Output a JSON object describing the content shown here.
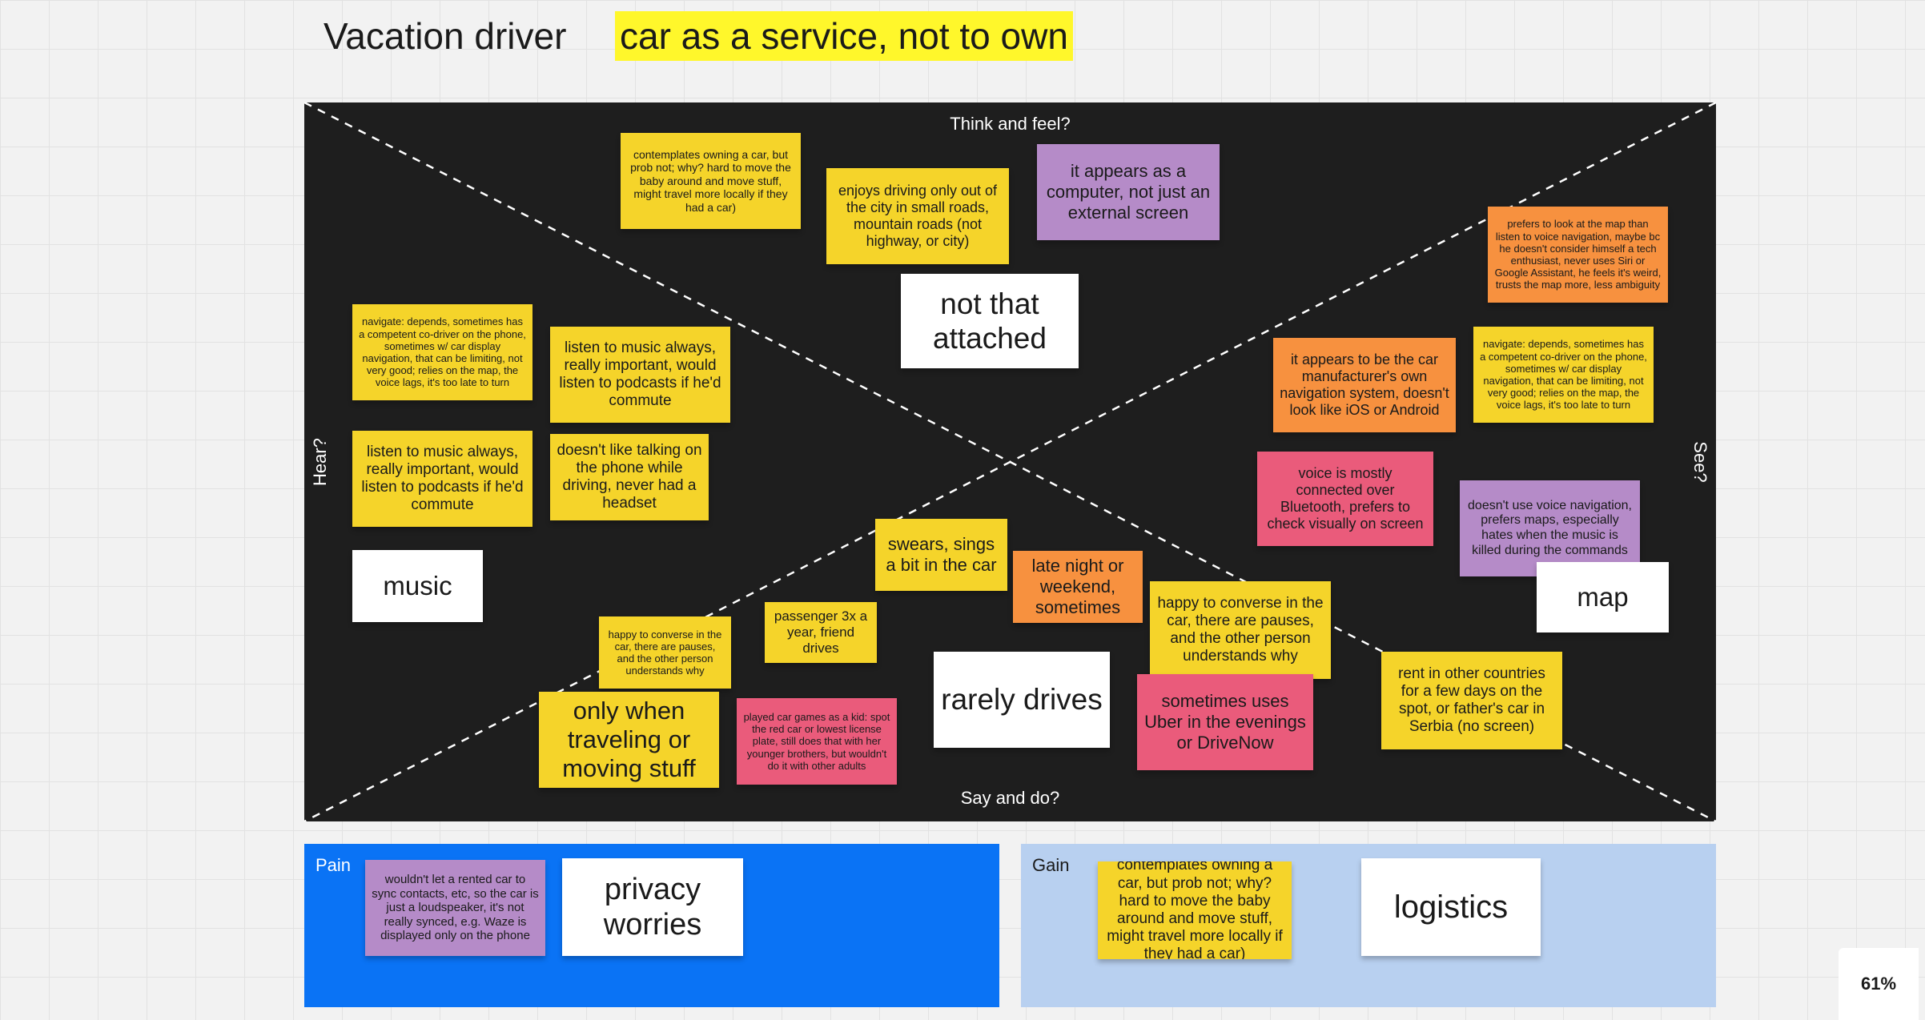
{
  "header": {
    "title": "Vacation driver",
    "highlight": "car as a service, not to own"
  },
  "board": {
    "labels": {
      "top": "Think and feel?",
      "bottom": "Say and do?",
      "left": "Hear?",
      "right": "See?"
    },
    "notes": {
      "contemplates": "contemplates owning a car, but prob not; why? hard to move the baby around and move stuff, might travel more locally if they had a car)",
      "enjoys_driving": "enjoys driving only out of the city in small roads, mountain roads (not highway, or city)",
      "computer_screen": "it appears as a computer, not just an external screen",
      "not_attached": "not that attached",
      "prefers_map": "prefers to look at the map than listen to voice navigation, maybe bc he doesn't consider himself a tech enthusiast, never uses Siri or Google Assistant, he feels it's weird, trusts the map more, less ambiguity",
      "navigate_left": "navigate: depends, sometimes has a competent co-driver on the phone, sometimes w/ car display navigation, that can be limiting, not very good; relies on the map, the voice lags, it's too late to turn",
      "music_center": "listen to music always, really important, would listen to podcasts if he'd commute",
      "music_left": "listen to music always, really important, would listen to podcasts if he'd commute",
      "phone_talking": "doesn't like talking on the phone while driving, never had a headset",
      "music_tag": "music",
      "manufacturer_nav": "it appears to be the car manufacturer's own navigation system, doesn't look like iOS or Android",
      "navigate_right": "navigate: depends, sometimes has a competent co-driver on the phone, sometimes w/ car display navigation, that can be limiting, not very good; relies on the map, the voice lags, it's too late to turn",
      "bluetooth": "voice is mostly connected over Bluetooth, prefers to check visually on screen",
      "no_voice_nav": "doesn't use voice navigation, prefers maps, especially hates when the music is killed during the commands",
      "map_tag": "map",
      "swears": "swears, sings a bit in the car",
      "late_night": "late night or weekend, sometimes",
      "converse_small": "happy to converse in the car, there are pauses, and the other person understands why",
      "passenger": "passenger 3x a year, friend drives",
      "converse_large": "happy to converse in the car, there are pauses, and the other person understands why",
      "rarely_drives": "rarely drives",
      "only_when": "only when traveling or moving stuff",
      "car_games": "played car games as a kid: spot the red car or lowest license plate, still does that with her younger brothers, but wouldn't do it with other adults",
      "uber": "sometimes uses Uber in the evenings or DriveNow",
      "rent_abroad": "rent in other countries for a few days on the spot, or father's car in Serbia (no screen)"
    }
  },
  "pain": {
    "label": "Pain",
    "note": "wouldn't let a rented car to sync contacts, etc, so the car is just a loudspeaker, it's not really synced, e.g. Waze is displayed only on the phone",
    "tag": "privacy worries"
  },
  "gain": {
    "label": "Gain",
    "note": "contemplates owning a car, but prob not; why? hard to move the baby around and move stuff, might travel more locally if they had a car)",
    "tag": "logistics"
  },
  "zoom": "61%",
  "colors": {
    "yellow": "#f5d42a",
    "purple": "#b58bc8",
    "orange": "#f7913f",
    "pink": "#ea5b7b",
    "pain_bg": "#0a73f5",
    "gain_bg": "#b8d0f0",
    "highlight": "#fff72b",
    "board_bg": "#1e1e1e"
  }
}
